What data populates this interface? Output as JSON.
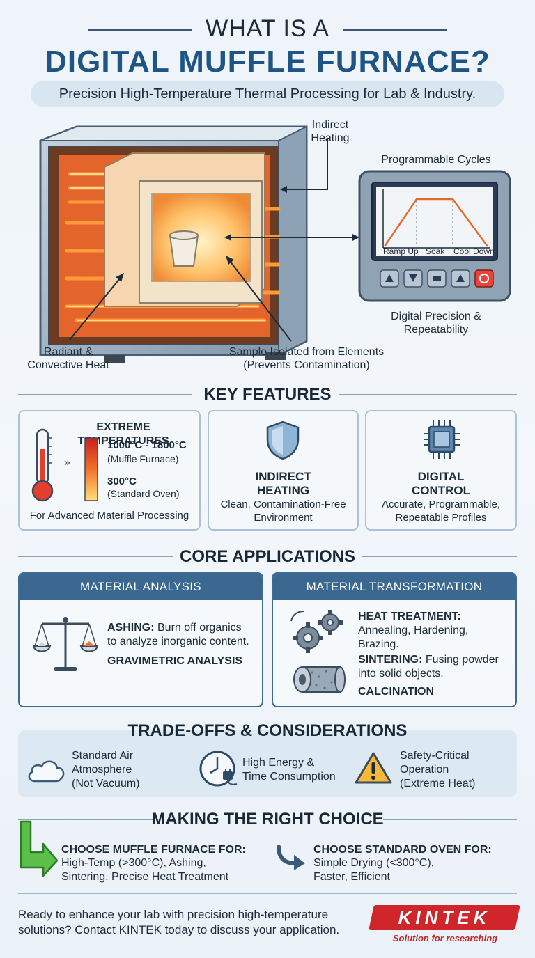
{
  "header": {
    "title_top": "WHAT IS A",
    "title_main": "DIGITAL MUFFLE FURNACE?",
    "subtitle": "Precision High-Temperature Thermal Processing for Lab & Industry."
  },
  "illustration": {
    "label_indirect_1": "Indirect",
    "label_indirect_2": "Heating",
    "label_cycles": "Programmable Cycles",
    "graph_ramp": "Ramp Up",
    "graph_soak": "Soak",
    "graph_cool": "Cool Down",
    "label_digital_1": "Digital Precision &",
    "label_digital_2": "Repeatability",
    "label_radiant_1": "Radiant &",
    "label_radiant_2": "Convective Heat",
    "label_sample_1": "Sample Isolated from Elements",
    "label_sample_2": "(Prevents Contamination)"
  },
  "key_features": {
    "heading": "KEY FEATURES",
    "extreme": {
      "title": "EXTREME TEMPERATURES",
      "muffle_range": "1000°C - 1800°C",
      "muffle_label": "(Muffle Furnace)",
      "oven_temp": "300°C",
      "oven_label": "(Standard Oven)",
      "footer": "For Advanced Material Processing"
    },
    "indirect": {
      "title_1": "INDIRECT",
      "title_2": "HEATING",
      "text_1": "Clean, Contamination-Free",
      "text_2": "Environment"
    },
    "digital": {
      "title_1": "DIGITAL",
      "title_2": "CONTROL",
      "text_1": "Accurate, Programmable,",
      "text_2": "Repeatable Profiles"
    }
  },
  "core_applications": {
    "heading": "CORE APPLICATIONS",
    "analysis": {
      "header": "MATERIAL ANALYSIS",
      "ashing_bold": "ASHING:",
      "ashing_text_1": " Burn off organics",
      "ashing_text_2": "to analyze inorganic content.",
      "gravimetric": "GRAVIMETRIC ANALYSIS"
    },
    "transformation": {
      "header": "MATERIAL TRANSFORMATION",
      "heat_bold": "HEAT TREATMENT:",
      "heat_text_1": "Annealing, Hardening,",
      "heat_text_2": "Brazing.",
      "sinter_bold": "SINTERING:",
      "sinter_text_1": " Fusing powder",
      "sinter_text_2": "into solid objects.",
      "calcination": "CALCINATION"
    }
  },
  "tradeoffs": {
    "heading": "TRADE-OFFS & CONSIDERATIONS",
    "items": [
      {
        "l1": "Standard Air",
        "l2": "Atmosphere",
        "l3": "(Not Vacuum)"
      },
      {
        "l1": "High Energy &",
        "l2": "Time Consumption",
        "l3": ""
      },
      {
        "l1": "Safety-Critical",
        "l2": "Operation",
        "l3": "(Extreme Heat)"
      }
    ]
  },
  "choice": {
    "heading": "MAKING THE RIGHT CHOICE",
    "muffle_title": "CHOOSE MUFFLE FURNACE FOR:",
    "muffle_text_1": "High-Temp (>300°C), Ashing,",
    "muffle_text_2": "Sintering, Precise Heat Treatment",
    "oven_title": "CHOOSE STANDARD OVEN FOR:",
    "oven_text_1": "Simple Drying (<300°C),",
    "oven_text_2": "Faster, Efficient"
  },
  "footer": {
    "text_1": "Ready to enhance your lab with precision high-temperature",
    "text_2": "solutions? Contact KINTEK today to discuss your application.",
    "logo": "KINTEK",
    "tagline": "Solution for researching"
  },
  "colors": {
    "brand_blue": "#1f5585",
    "header_blue": "#3a6890",
    "logo_red": "#d0262b"
  }
}
